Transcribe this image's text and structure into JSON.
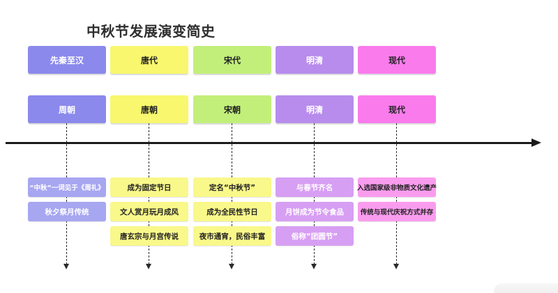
{
  "title": "中秋节发展演变简史",
  "axis": {
    "color": "#1b1b1b",
    "direction": "left-to-right"
  },
  "icons": {
    "axis_arrow": "arrow-right",
    "connector_arrow": "arrow-down"
  },
  "columns": [
    {
      "period": "先秦至汉",
      "era": "周朝",
      "accent": "#8b89ec",
      "detail_color": "#a7a6f1",
      "items": [
        "“中秋”一词见于《周礼》",
        "秋夕祭月传统"
      ]
    },
    {
      "period": "唐代",
      "era": "唐朝",
      "accent": "#f8f76e",
      "detail_color": "#f9f88a",
      "items": [
        "成为固定节日",
        "文人赏月玩月成风",
        "唐玄宗与月宫传说"
      ]
    },
    {
      "period": "宋代",
      "era": "宋朝",
      "accent": "#c2ef7a",
      "detail_color": "#f9f88a",
      "items": [
        "定名“中秋节”",
        "成为全民性节日",
        "夜市通宵，民俗丰富"
      ]
    },
    {
      "period": "明清",
      "era": "明清",
      "accent": "#b78cec",
      "detail_color": "#d79ff3",
      "items": [
        "与春节齐名",
        "月饼成为节令食品",
        "俗称“团圆节”"
      ]
    },
    {
      "period": "现代",
      "era": "现代",
      "accent": "#fa7bec",
      "detail_color": "#fa9cee",
      "items": [
        "入选国家级非物质文化遗产",
        "传统与现代庆祝方式并存"
      ]
    }
  ]
}
